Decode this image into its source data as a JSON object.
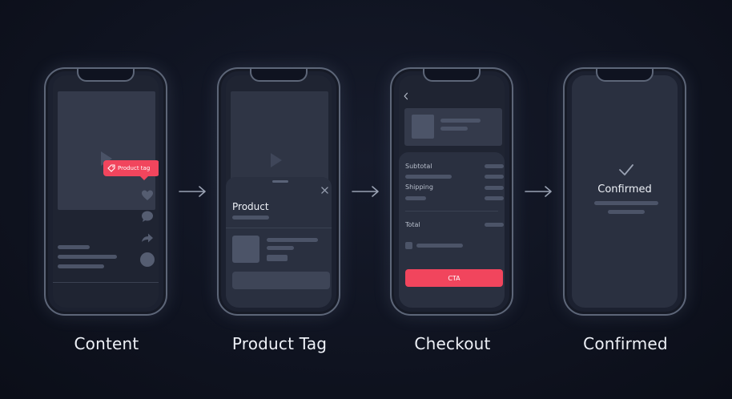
{
  "steps": [
    {
      "caption": "Content",
      "tag_label": "Product tag"
    },
    {
      "caption": "Product Tag",
      "sheet_title": "Product"
    },
    {
      "caption": "Checkout",
      "subtotal_label": "Subtotal",
      "shipping_label": "Shipping",
      "total_label": "Total",
      "cta_label": "CTA"
    },
    {
      "caption": "Confirmed",
      "title": "Confirmed"
    }
  ],
  "colors": {
    "background": "#0f1320",
    "phone_frame": "#5d6678",
    "screen": "#1f2432",
    "accent": "#f1455d",
    "placeholder": "#4c5468"
  },
  "icons": [
    "play-icon",
    "tag-icon",
    "heart-icon",
    "comment-icon",
    "share-icon",
    "avatar",
    "close-icon",
    "back-chevron-icon",
    "checkmark-icon",
    "arrow-right-icon"
  ]
}
